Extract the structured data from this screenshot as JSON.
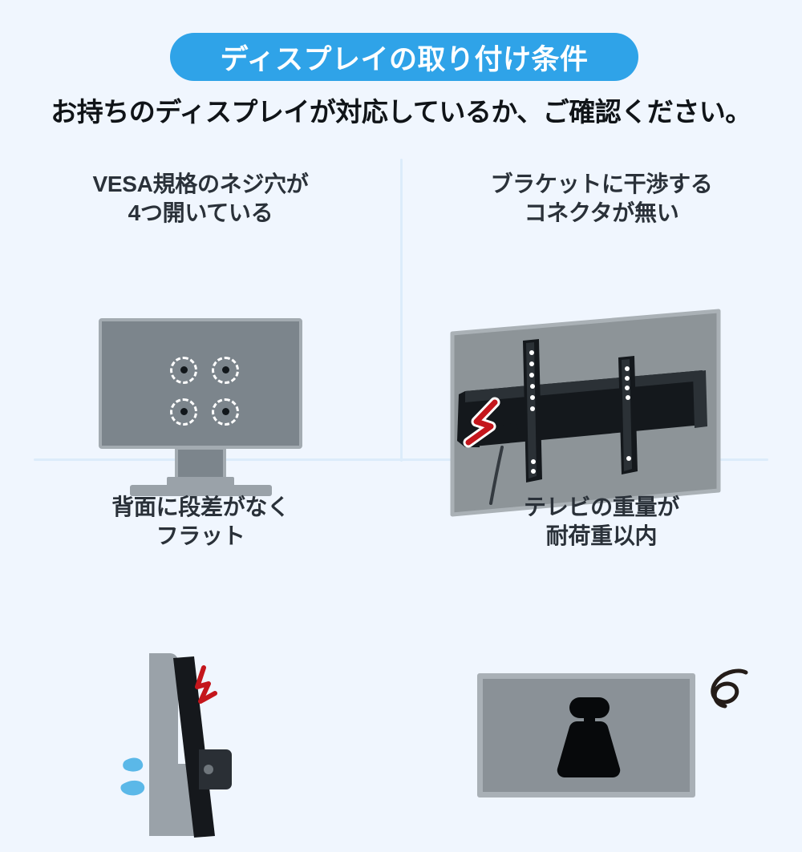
{
  "header": {
    "badge_label": "ディスプレイの取り付け条件",
    "badge_color": "#2fa3e8",
    "subtitle": "お持ちのディスプレイが対応しているか、ご確認ください。"
  },
  "background_color": "#f0f6fe",
  "divider_color": "#dcecfa",
  "conditions": [
    {
      "id": "vesa-holes",
      "title": "VESA規格のネジ穴が\n4つ開いている",
      "illustration": "monitor-rear-with-four-vesa-holes",
      "hole_count": 4
    },
    {
      "id": "no-connector-interference",
      "title": "ブラケットに干渉する\nコネクタが無い",
      "illustration": "wall-bracket-with-cable-connector",
      "warning_mark": "red-spark"
    },
    {
      "id": "flat-back",
      "title": "背面に段差がなく\nフラット",
      "illustration": "tv-side-view-tilted-against-wall",
      "warning_mark": "red-spark",
      "sweat_mark": "blue-drops"
    },
    {
      "id": "weight-within-limit",
      "title": "テレビの重量が\n耐荷重以内",
      "illustration": "tv-with-weight-icon",
      "annotation_mark": "black-swirl"
    }
  ],
  "colors": {
    "accent_blue": "#2fa3e8",
    "text_dark": "#2a3139",
    "device_gray": "#7c858c",
    "device_gray_light": "#a3abb1",
    "spark_red": "#c4161c",
    "drop_blue": "#5bb8e8",
    "hole_dot": "#11161a"
  }
}
